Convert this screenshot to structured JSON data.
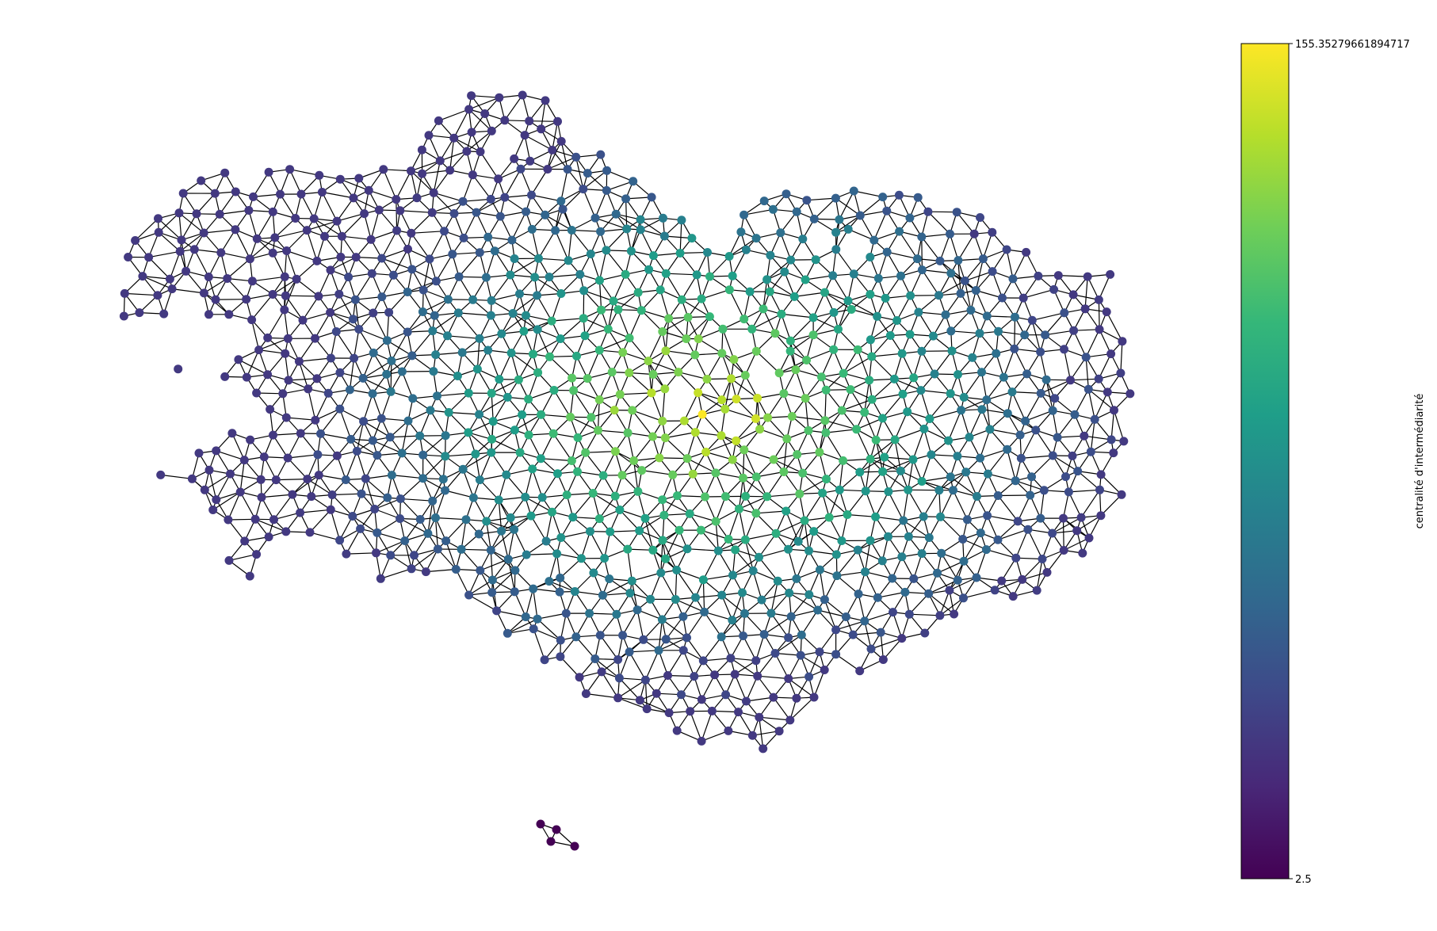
{
  "colorbar": {
    "label": "centralité d'intermédiarité",
    "max_label": "155.35279661894717",
    "min_label": "2.5",
    "min": 2.5,
    "max": 155.35279661894717,
    "colormap": "viridis",
    "stops": [
      "#440154",
      "#482878",
      "#3e4989",
      "#31688e",
      "#26828e",
      "#1f9e89",
      "#35b779",
      "#6ece58",
      "#b5de2b",
      "#fde725"
    ]
  },
  "chart_data": {
    "type": "network",
    "node_value_name": "centralité d'intermédiarité",
    "value_range": [
      2.5,
      155.35279661894717
    ],
    "components": [
      {
        "name": "",
        "description_values": {
          "node_value_range": [
            20,
            155.35
          ]
        }
      },
      {
        "name": "",
        "description_values": {
          "node_value_range": [
            2.5,
            2.5
          ]
        }
      }
    ]
  }
}
